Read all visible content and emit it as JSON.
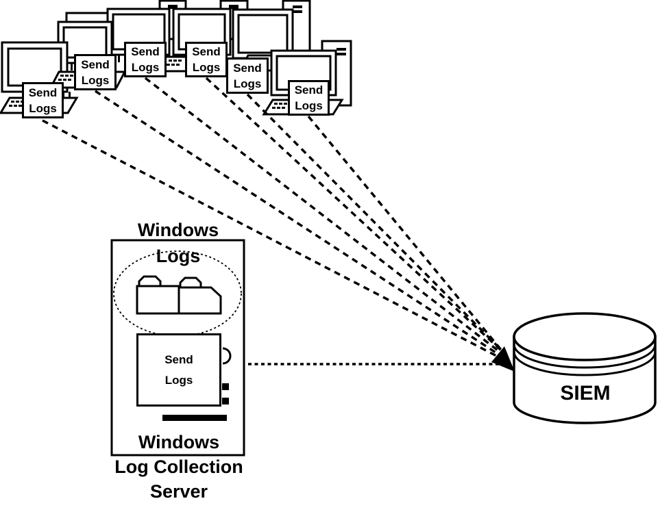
{
  "colors": {
    "ink": "#000000",
    "paper": "#ffffff"
  },
  "workstations": {
    "items": [
      {
        "label_lines": [
          "Send",
          "Logs"
        ]
      },
      {
        "label_lines": [
          "Send",
          "Logs"
        ]
      },
      {
        "label_lines": [
          "Send",
          "Logs"
        ]
      },
      {
        "label_lines": [
          "Send",
          "Logs"
        ]
      },
      {
        "label_lines": [
          "Send",
          "Logs"
        ]
      },
      {
        "label_lines": [
          "Send",
          "Logs"
        ]
      }
    ]
  },
  "collection_server": {
    "top_label_lines": [
      "Windows",
      "Logs"
    ],
    "agent_label_lines": [
      "Send",
      "Logs"
    ],
    "caption_lines": [
      "Windows",
      "Log Collection",
      "Server"
    ]
  },
  "siem": {
    "label": "SIEM"
  }
}
